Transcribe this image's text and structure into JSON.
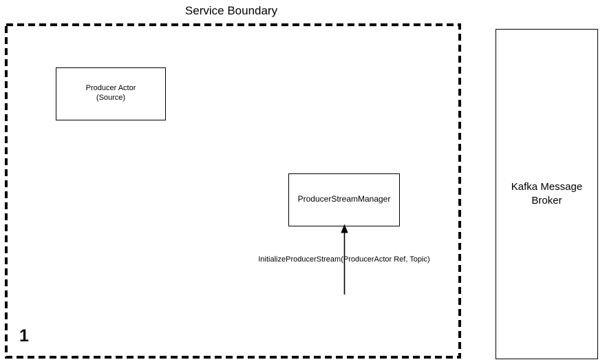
{
  "diagram": {
    "title": "Service Boundary",
    "step_number": "1",
    "colors": {
      "stroke": "#000000",
      "background": "#ffffff",
      "step_number": "#111111"
    },
    "boundary": {
      "name": "Service Boundary",
      "style": "dashed",
      "dash_pattern": "10 6",
      "stroke_width": 4
    },
    "nodes": {
      "producer_actor": {
        "label": "Producer Actor\n(Source)"
      },
      "producer_stream_manager": {
        "label": "ProducerStreamManager"
      },
      "kafka_broker": {
        "label": "Kafka Message\nBroker"
      }
    },
    "edges": {
      "initialize_producer_stream": {
        "label": "InitializeProducerStream(ProducerActor Ref, Topic)",
        "direction": "up",
        "target": "producer_stream_manager"
      }
    }
  }
}
